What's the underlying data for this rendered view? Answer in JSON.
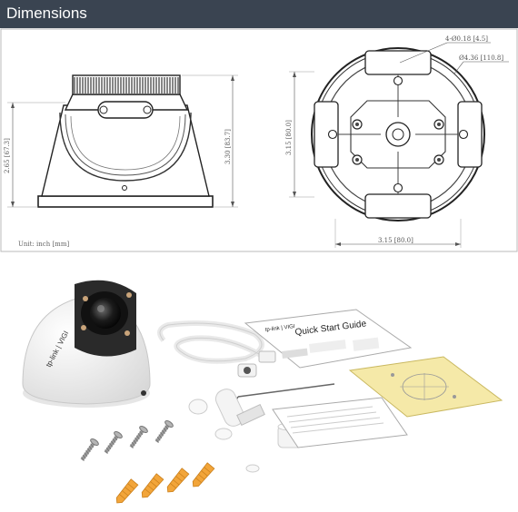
{
  "header": {
    "title": "Dimensions",
    "background": "#3a4451",
    "text_color": "#ffffff"
  },
  "side_view": {
    "dim_left": "2.65 [67.3]",
    "dim_right": "3.30 [83.7]",
    "unit": "Unit: inch [mm]"
  },
  "base_view": {
    "dim_hole": "4-Ø0.18 [4.5]",
    "dim_outer": "Ø4.36 [110.8]",
    "dim_height": "3.15 [80.0]",
    "dim_width": "3.15 [80.0]"
  },
  "package": {
    "camera_brand": "tp-link | VIGI",
    "guide_brand": "tp-link | VIGI",
    "guide_title": "Quick Start Guide",
    "icons": [
      "camera-icon",
      "cable-icon",
      "screw-icon",
      "anchor-icon",
      "template-icon"
    ]
  }
}
